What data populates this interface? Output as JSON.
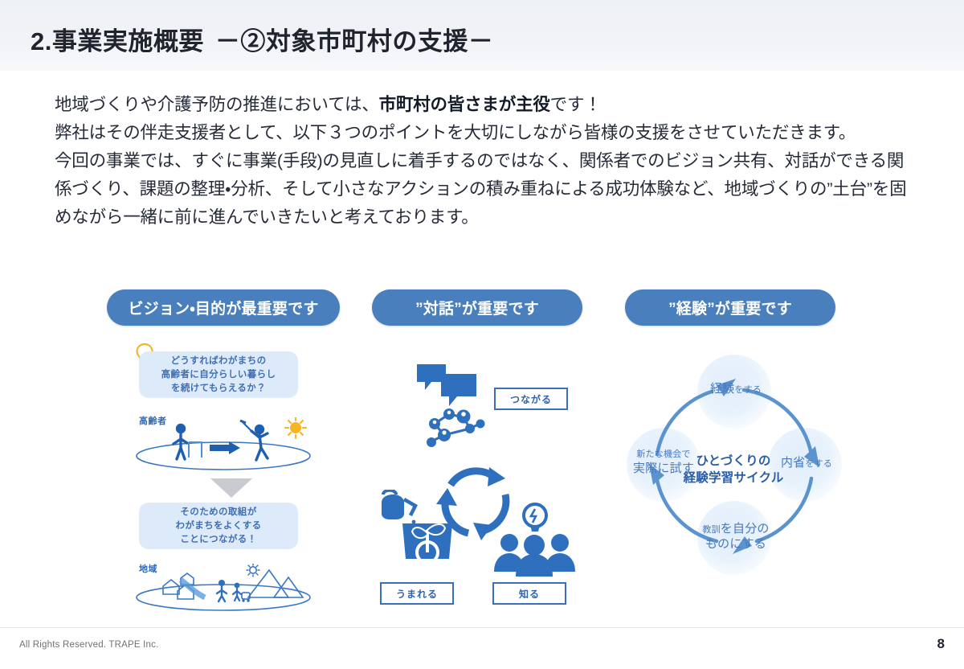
{
  "header": {
    "title_main": "2.事業実施概要",
    "title_sub": "－②対象市町村の支援－"
  },
  "body": {
    "line1_a": "地域づくりや介護予防の推進においては、",
    "line1_bold": "市町村の皆さまが主役",
    "line1_b": "です！",
    "line2": "弊社はその伴走支援者として、以下３つのポイントを大切にしながら皆様の支援をさせていただきます。",
    "line3": "今回の事業では、すぐに事業(手段)の見直しに着手するのではなく、関係者でのビジョン共有、対話ができる関係づくり、課題の整理・分析、そして小さなアクションの積み重ねによる成功体験など、地域づくりの”土台”を固めながら一緒に前に進んでいきたいと考えております。"
  },
  "columns": {
    "col1": {
      "pill": "ビジョン・目的が最重要です",
      "bubble_top": "どうすればわがまちの\n高齢者に自分らしい暮らし\nを続けてもらえるか？",
      "bubble_top_l1": "どうすればわがまちの",
      "bubble_top_l2": "高齢者に自分らしい暮らし",
      "bubble_top_l3": "を続けてもらえるか？",
      "bubble_bottom_l1": "そのための取組が",
      "bubble_bottom_l2": "わがまちをよくする",
      "bubble_bottom_l3": "ことにつながる！",
      "label_elderly": "高齢者",
      "label_region": "地域"
    },
    "col2": {
      "pill": "”対話”が重要です",
      "tag_connect": "つながる",
      "tag_born": "うまれる",
      "tag_know": "知る"
    },
    "col3": {
      "pill": "”経験”が重要です",
      "center_l1": "ひとづくりの",
      "center_l2": "経験学習サイクル",
      "node_top_big": "経験",
      "node_top_sm": "をする",
      "node_right_big": "内省",
      "node_right_sm": "をする",
      "node_bottom_l1_big": "教訓",
      "node_bottom_l1_sm": "を自分の",
      "node_bottom_l2": "ものにする",
      "node_left_top": "新たな機会で",
      "node_left_bottom": "実際に試す"
    }
  },
  "footer": {
    "copyright": "All Rights Reserved. TRAPE Inc.",
    "page_number": "8"
  },
  "colors": {
    "pill_blue": "#4a7fbd",
    "bubble_blue": "#ddeaf9",
    "icon_blue": "#2f6fc0",
    "accent_yellow": "#f5b731",
    "header_band": "#f1f3f7"
  }
}
